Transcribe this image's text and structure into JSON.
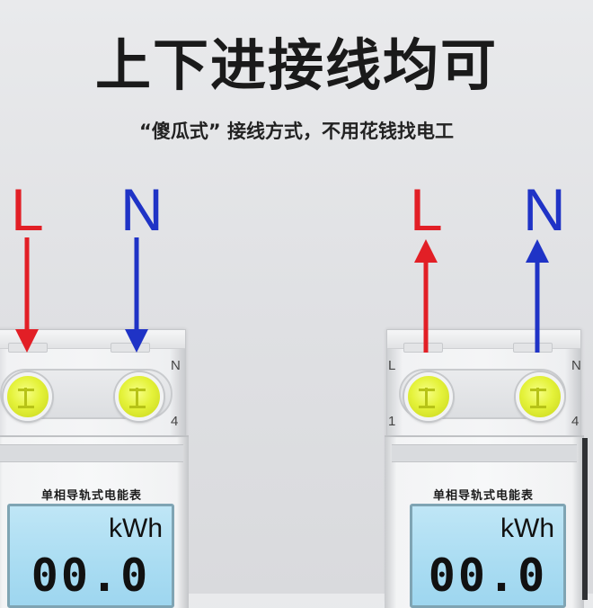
{
  "headline": "上下进接线均可",
  "subtitle": "“傻瓜式” 接线方式，不用花钱找电工",
  "colors": {
    "line": "#e21f26",
    "neutral": "#1f33c6",
    "screw": "#e4f23a",
    "lcd": "#a9dcf2"
  },
  "meters": [
    {
      "line_label": "L",
      "neutral_label": "N",
      "arrow_direction": "down",
      "terminal_labels": {
        "top_right": "N",
        "bottom_right": "4"
      },
      "product_label": "单相导轨式电能表",
      "lcd_unit": "kWh",
      "lcd_value": "00.0"
    },
    {
      "line_label": "L",
      "neutral_label": "N",
      "arrow_direction": "up",
      "terminal_labels": {
        "top_left": "L",
        "bottom_left": "1",
        "top_right": "N",
        "bottom_right": "4"
      },
      "product_label": "单相导轨式电能表",
      "lcd_unit": "kWh",
      "lcd_value": "00.0"
    }
  ]
}
